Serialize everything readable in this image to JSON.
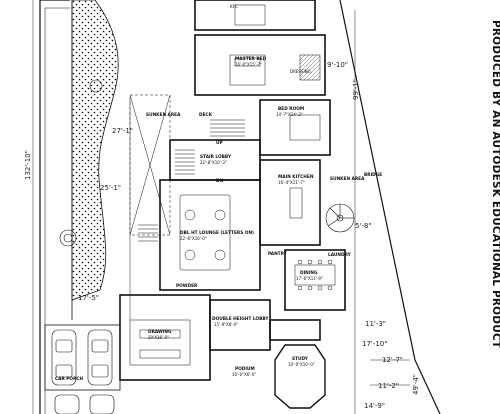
{
  "watermark": "PRODUCED BY AN AUTODESK EDUCATIONAL PRODUCT",
  "rooms": {
    "top": "KFC",
    "master_bed": "MASTER BED",
    "master_bed_size": "16'-0\"X15'-7\"",
    "dressing": "DRESSING",
    "deck": "DECK",
    "sunken_area": "SUNKEN AREA",
    "bed_room": "BED ROOM",
    "bed_room_size": "14'-7\"X14'-2\"",
    "stair_lobby": "STAIR LOBBY",
    "stair_lobby_size": "22'-8\"X10'-3\"",
    "main_kitchen": "MAIN KITCHEN",
    "main_kitchen_size": "16'-4\"X11'-7\"",
    "sunken_area_2": "SUNKEN AREA",
    "bridge": "BRIDGE",
    "dbl_lounge": "DBL HT LOUNGE (LETTERS ON)",
    "dbl_lounge_size": "22'-6\"X16'-0\"",
    "pantry": "PANTRY",
    "laundry": "LAUNDRY",
    "dining": "DINING",
    "dining_size": "17'-6\"X11'-9\"",
    "powder": "POWDER",
    "drawing": "DRAWING",
    "drawing_size": "20'X16'-0\"",
    "double_height_lobby": "DOUBLE HEIGHT LOBBY",
    "double_height_lobby_size": "15'-9\"X8'-0\"",
    "podium": "PODIUM",
    "podium_size": "10'-0\"X6'-0\"",
    "study": "STUDY",
    "study_size": "10'-0\"X10'-0\"",
    "car_porch": "CAR PORCH",
    "up": "UP",
    "dn": "DN"
  },
  "dims": {
    "d1": "132'-10\"",
    "d2": "27'-1\"",
    "d3": "25'-1\"",
    "d4": "17'-5\"",
    "d5": "5'-8\"",
    "d6": "11'-3\"",
    "d7": "17'-10\"",
    "d8": "12'-7\"",
    "d9": "11'-2\"",
    "d10": "14'-9\"",
    "d11": "49'-4\"",
    "d12": "99'-1\"",
    "d13": "9'-10\""
  },
  "colors": {
    "line": "#1a1a1a",
    "grass": "#000000",
    "bg": "#ffffff"
  }
}
